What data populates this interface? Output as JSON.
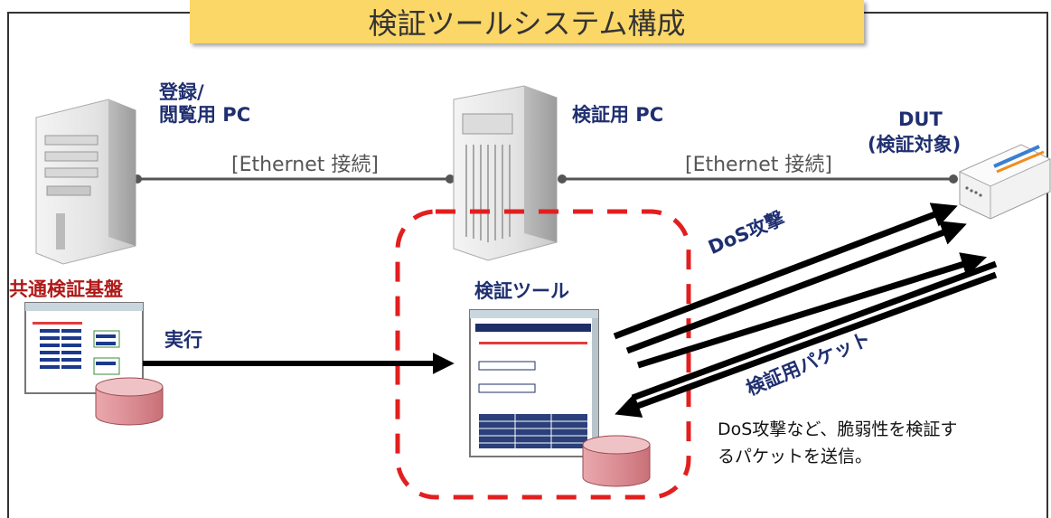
{
  "title": "検証ツールシステム構成",
  "nodes": {
    "registration_pc": {
      "line1": "登録/",
      "line2": "閲覧用 PC"
    },
    "verification_pc": {
      "label": "検証用 PC"
    },
    "dut": {
      "line1": "DUT",
      "line2": "(検証対象)"
    }
  },
  "connections": {
    "left": "[Ethernet 接続]",
    "right": "[Ethernet 接続]"
  },
  "platform": {
    "label": "共通検証基盤"
  },
  "execute": {
    "label": "実行"
  },
  "tool": {
    "label": "検証ツール"
  },
  "arrows": {
    "dos_attack": "DoS攻撃",
    "verification_packet": "検証用パケット"
  },
  "note": {
    "line1": "DoS攻撃など、脆弱性を検証す",
    "line2": "るパケットを送信。"
  },
  "colors": {
    "banner": "#fbd768",
    "label_dark": "#1f2f70",
    "label_red": "#b01818",
    "dashed_border": "#e21f1f",
    "database": "#d9868c"
  }
}
